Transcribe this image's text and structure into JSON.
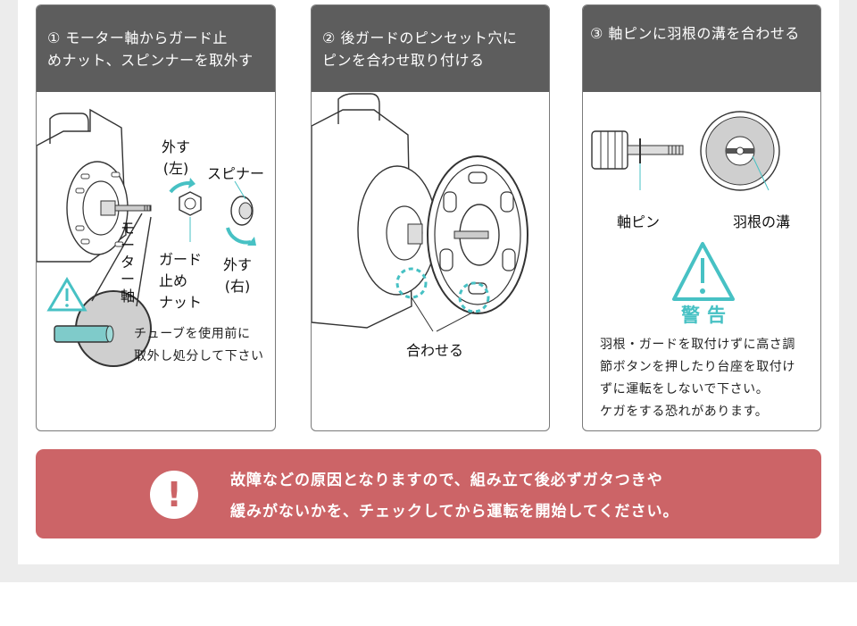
{
  "steps": [
    {
      "header": "① モーター軸からガード止\nめナット、スピンナーを取外す",
      "labels": {
        "remove_left": "外す\n(左)",
        "spinner": "スピナー",
        "guard_nut": "ガード\n止め\nナット",
        "remove_right": "外す\n(右)",
        "motor_shaft": "モ\nー\nタ\nー\n軸"
      },
      "note": "チューブを使用前に\n取外し処分して下さい"
    },
    {
      "header": "② 後ガードのピンセット穴に\nピンを合わせ取り付ける",
      "labels": {
        "align": "合わせる"
      }
    },
    {
      "header": "③ 軸ピンに羽根の溝を合わせる",
      "labels": {
        "shaft_pin": "軸ピン",
        "blade_groove": "羽根の溝"
      },
      "warning_title": "警告",
      "warning_text": "羽根・ガードを取付けずに高さ調\n節ボタンを押したり台座を取付け\nずに運転をしないで下さい。\nケガをする恐れがあります。"
    }
  ],
  "banner": {
    "icon": "!",
    "text": "故障などの原因となりますので、組み立て後必ずガタつきや\n緩みがないかを、チェックしてから運転を開始してください。"
  },
  "colors": {
    "header": "#5d5d5d",
    "accent": "#47c1c4",
    "banner": "#cc6467"
  }
}
